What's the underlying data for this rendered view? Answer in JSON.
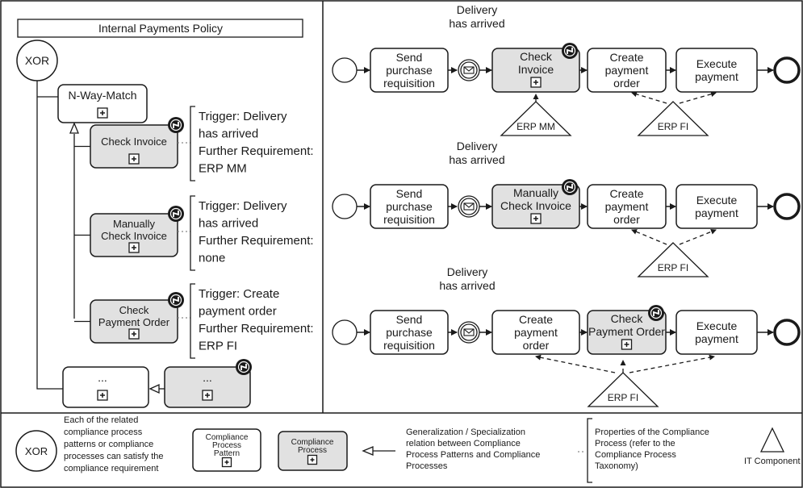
{
  "left": {
    "policy_title": "Internal Payments Policy",
    "xor_label": "XOR",
    "nway_label": "N-Way-Match",
    "items": [
      {
        "label": [
          "Check Invoice"
        ],
        "props": [
          "Trigger: Delivery",
          "has arrived",
          "Further Requirement:",
          "ERP MM"
        ]
      },
      {
        "label": [
          "Manually",
          "Check Invoice"
        ],
        "props": [
          "Trigger: Delivery",
          "has arrived",
          "Further Requirement:",
          "none"
        ]
      },
      {
        "label": [
          "Check",
          "Payment Order"
        ],
        "props": [
          "Trigger: Create",
          "payment order",
          "Further Requirement:",
          "ERP FI"
        ]
      }
    ],
    "ellipsis_label": "..."
  },
  "processes": [
    {
      "event_label": [
        "Delivery",
        "has arrived"
      ],
      "tasks": [
        {
          "label": [
            "Send",
            "purchase",
            "requisition"
          ],
          "compliance": false
        },
        {
          "label": [
            "Check",
            "Invoice"
          ],
          "compliance": true
        },
        {
          "label": [
            "Create",
            "payment",
            "order"
          ],
          "compliance": false
        },
        {
          "label": [
            "Execute",
            "payment"
          ],
          "compliance": false
        }
      ],
      "components": [
        "ERP MM",
        "ERP FI"
      ]
    },
    {
      "event_label": [
        "Delivery",
        "has arrived"
      ],
      "tasks": [
        {
          "label": [
            "Send",
            "purchase",
            "requisition"
          ],
          "compliance": false
        },
        {
          "label": [
            "Manually",
            "Check Invoice"
          ],
          "compliance": true
        },
        {
          "label": [
            "Create",
            "payment",
            "order"
          ],
          "compliance": false
        },
        {
          "label": [
            "Execute",
            "payment"
          ],
          "compliance": false
        }
      ],
      "components": [
        "ERP FI"
      ]
    },
    {
      "event_label": [
        "Delivery",
        "has arrived"
      ],
      "tasks": [
        {
          "label": [
            "Send",
            "purchase",
            "requisition"
          ],
          "compliance": false
        },
        {
          "label": [
            "Create",
            "payment",
            "order"
          ],
          "compliance": false
        },
        {
          "label": [
            "Check",
            "Payment Order"
          ],
          "compliance": true
        },
        {
          "label": [
            "Execute",
            "payment"
          ],
          "compliance": false
        }
      ],
      "components": [
        "ERP FI"
      ]
    }
  ],
  "legend": {
    "xor_label": "XOR",
    "xor_text": [
      "Each of the related",
      "compliance process",
      "patterns or compliance",
      "processes can satisfy the",
      "compliance requirement"
    ],
    "pattern_label": [
      "Compliance",
      "Process",
      "Pattern"
    ],
    "process_label": [
      "Compliance",
      "Process"
    ],
    "generalization_text": [
      "Generalization / Specialization",
      "relation between Compliance",
      "Process Patterns and Compliance",
      "Processes"
    ],
    "properties_text": [
      "Properties of the Compliance",
      "Process (refer to the",
      "Compliance Process",
      "Taxonomy)"
    ],
    "it_component_label": "IT Component"
  },
  "colors": {
    "compliance_fill": "#e1e1e1",
    "stroke": "#1a1a1a",
    "background": "#ffffff"
  }
}
